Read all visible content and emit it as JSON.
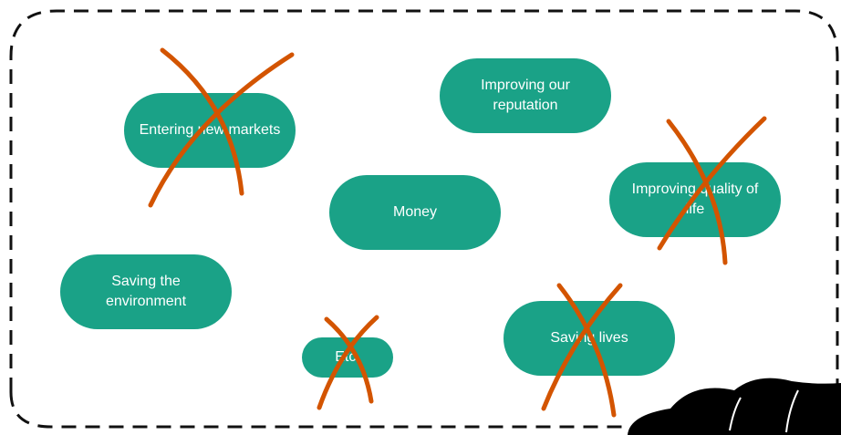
{
  "colors": {
    "pill": "#1aa287",
    "strike": "#d35400",
    "border": "#111111",
    "cloud": "#000000",
    "background": "#ffffff"
  },
  "pills": [
    {
      "id": "entering-new-markets",
      "label": "Entering new markets",
      "crossed_out": true
    },
    {
      "id": "improving-our-reputation",
      "label": "Improving our reputation",
      "crossed_out": false
    },
    {
      "id": "money",
      "label": "Money",
      "crossed_out": false
    },
    {
      "id": "improving-quality-of-life",
      "label": "Improving quality of life",
      "crossed_out": true
    },
    {
      "id": "saving-the-environment",
      "label": "Saving the environment",
      "crossed_out": false
    },
    {
      "id": "etc",
      "label": "Etc.",
      "crossed_out": true
    },
    {
      "id": "saving-lives",
      "label": "Saving lives",
      "crossed_out": true
    }
  ]
}
